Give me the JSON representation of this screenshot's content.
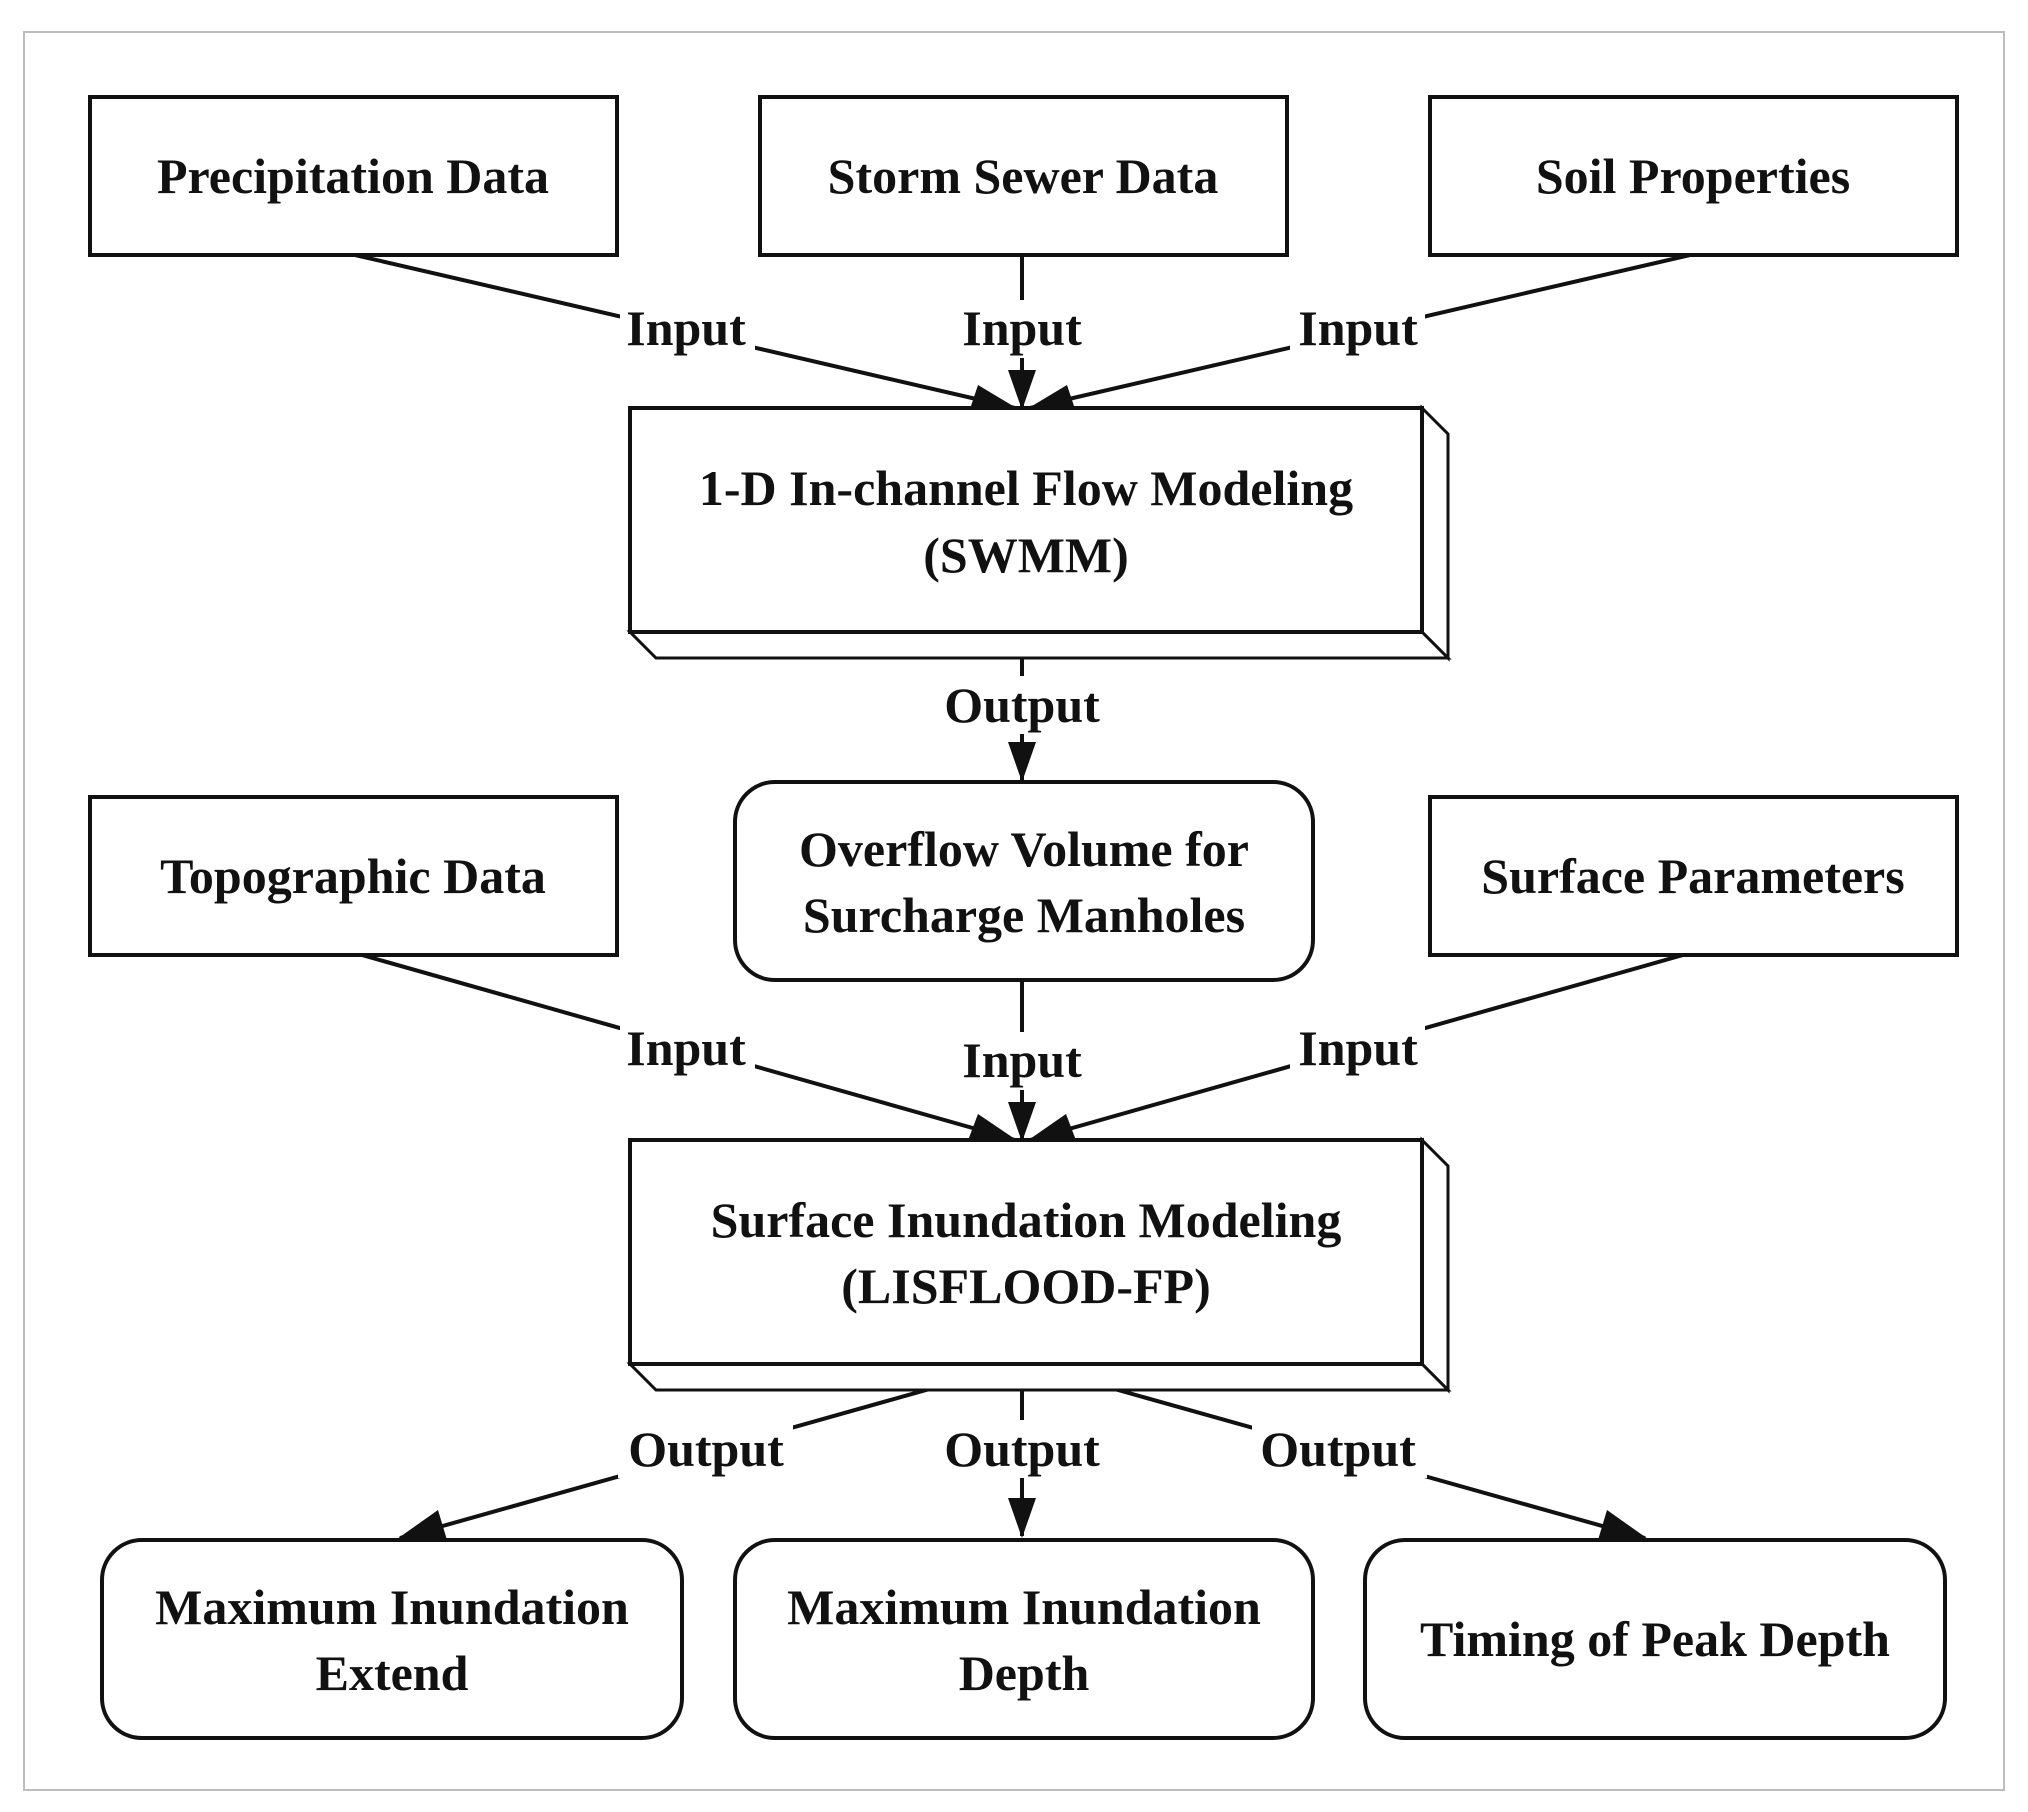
{
  "nodes": {
    "precipitation": {
      "lines": [
        "Precipitation Data"
      ]
    },
    "storm_sewer": {
      "lines": [
        "Storm Sewer Data"
      ]
    },
    "soil": {
      "lines": [
        "Soil Properties"
      ]
    },
    "swmm": {
      "lines": [
        "1-D In-channel Flow Modeling",
        "(SWMM)"
      ]
    },
    "overflow": {
      "lines": [
        "Overflow Volume for",
        "Surcharge Manholes"
      ]
    },
    "topographic": {
      "lines": [
        "Topographic Data"
      ]
    },
    "surface_params": {
      "lines": [
        "Surface Parameters"
      ]
    },
    "lisflood": {
      "lines": [
        "Surface Inundation  Modeling",
        "(LISFLOOD-FP)"
      ]
    },
    "max_extend": {
      "lines": [
        "Maximum Inundation",
        "Extend"
      ]
    },
    "max_depth": {
      "lines": [
        "Maximum Inundation",
        "Depth"
      ]
    },
    "timing": {
      "lines": [
        "Timing of Peak Depth"
      ]
    }
  },
  "connectors": {
    "precip_to_swmm": "Input",
    "sewer_to_swmm": "Input",
    "soil_to_swmm": "Input",
    "swmm_to_overflow": "Output",
    "topo_to_lisflood": "Input",
    "overflow_to_lisflood": "Input",
    "params_to_lisflood": "Input",
    "lisflood_to_extend": "Output",
    "lisflood_to_depth": "Output",
    "lisflood_to_timing": "Output"
  },
  "colors": {
    "stroke": "#111111",
    "background": "#ffffff",
    "frame": "#bdbdbd"
  }
}
